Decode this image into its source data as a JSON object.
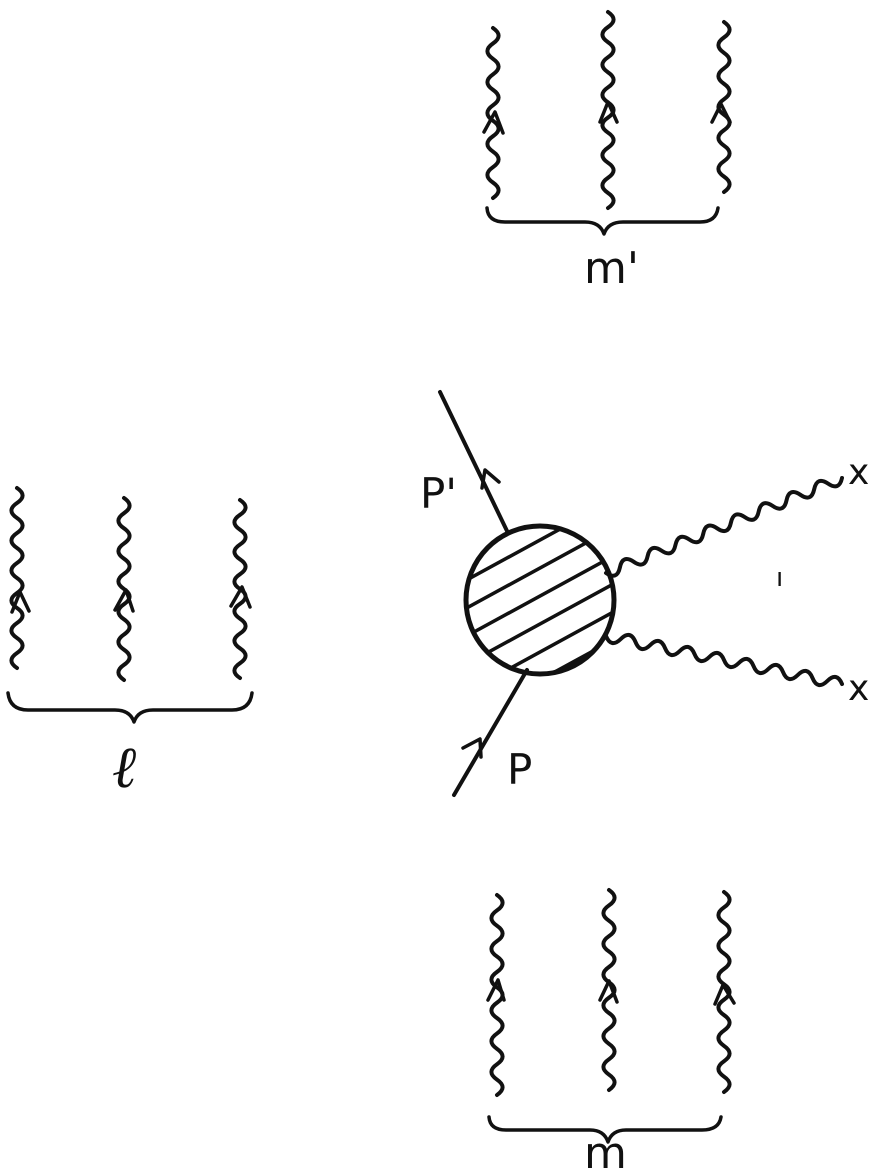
{
  "diagram": {
    "labels": {
      "outgoing_proton": "P'",
      "incoming_proton": "P",
      "photon_upper": "x",
      "photon_lower": "x",
      "group_top": "m'",
      "group_left": "ℓ",
      "group_bottom": "m",
      "stray_mark": "ı"
    }
  }
}
